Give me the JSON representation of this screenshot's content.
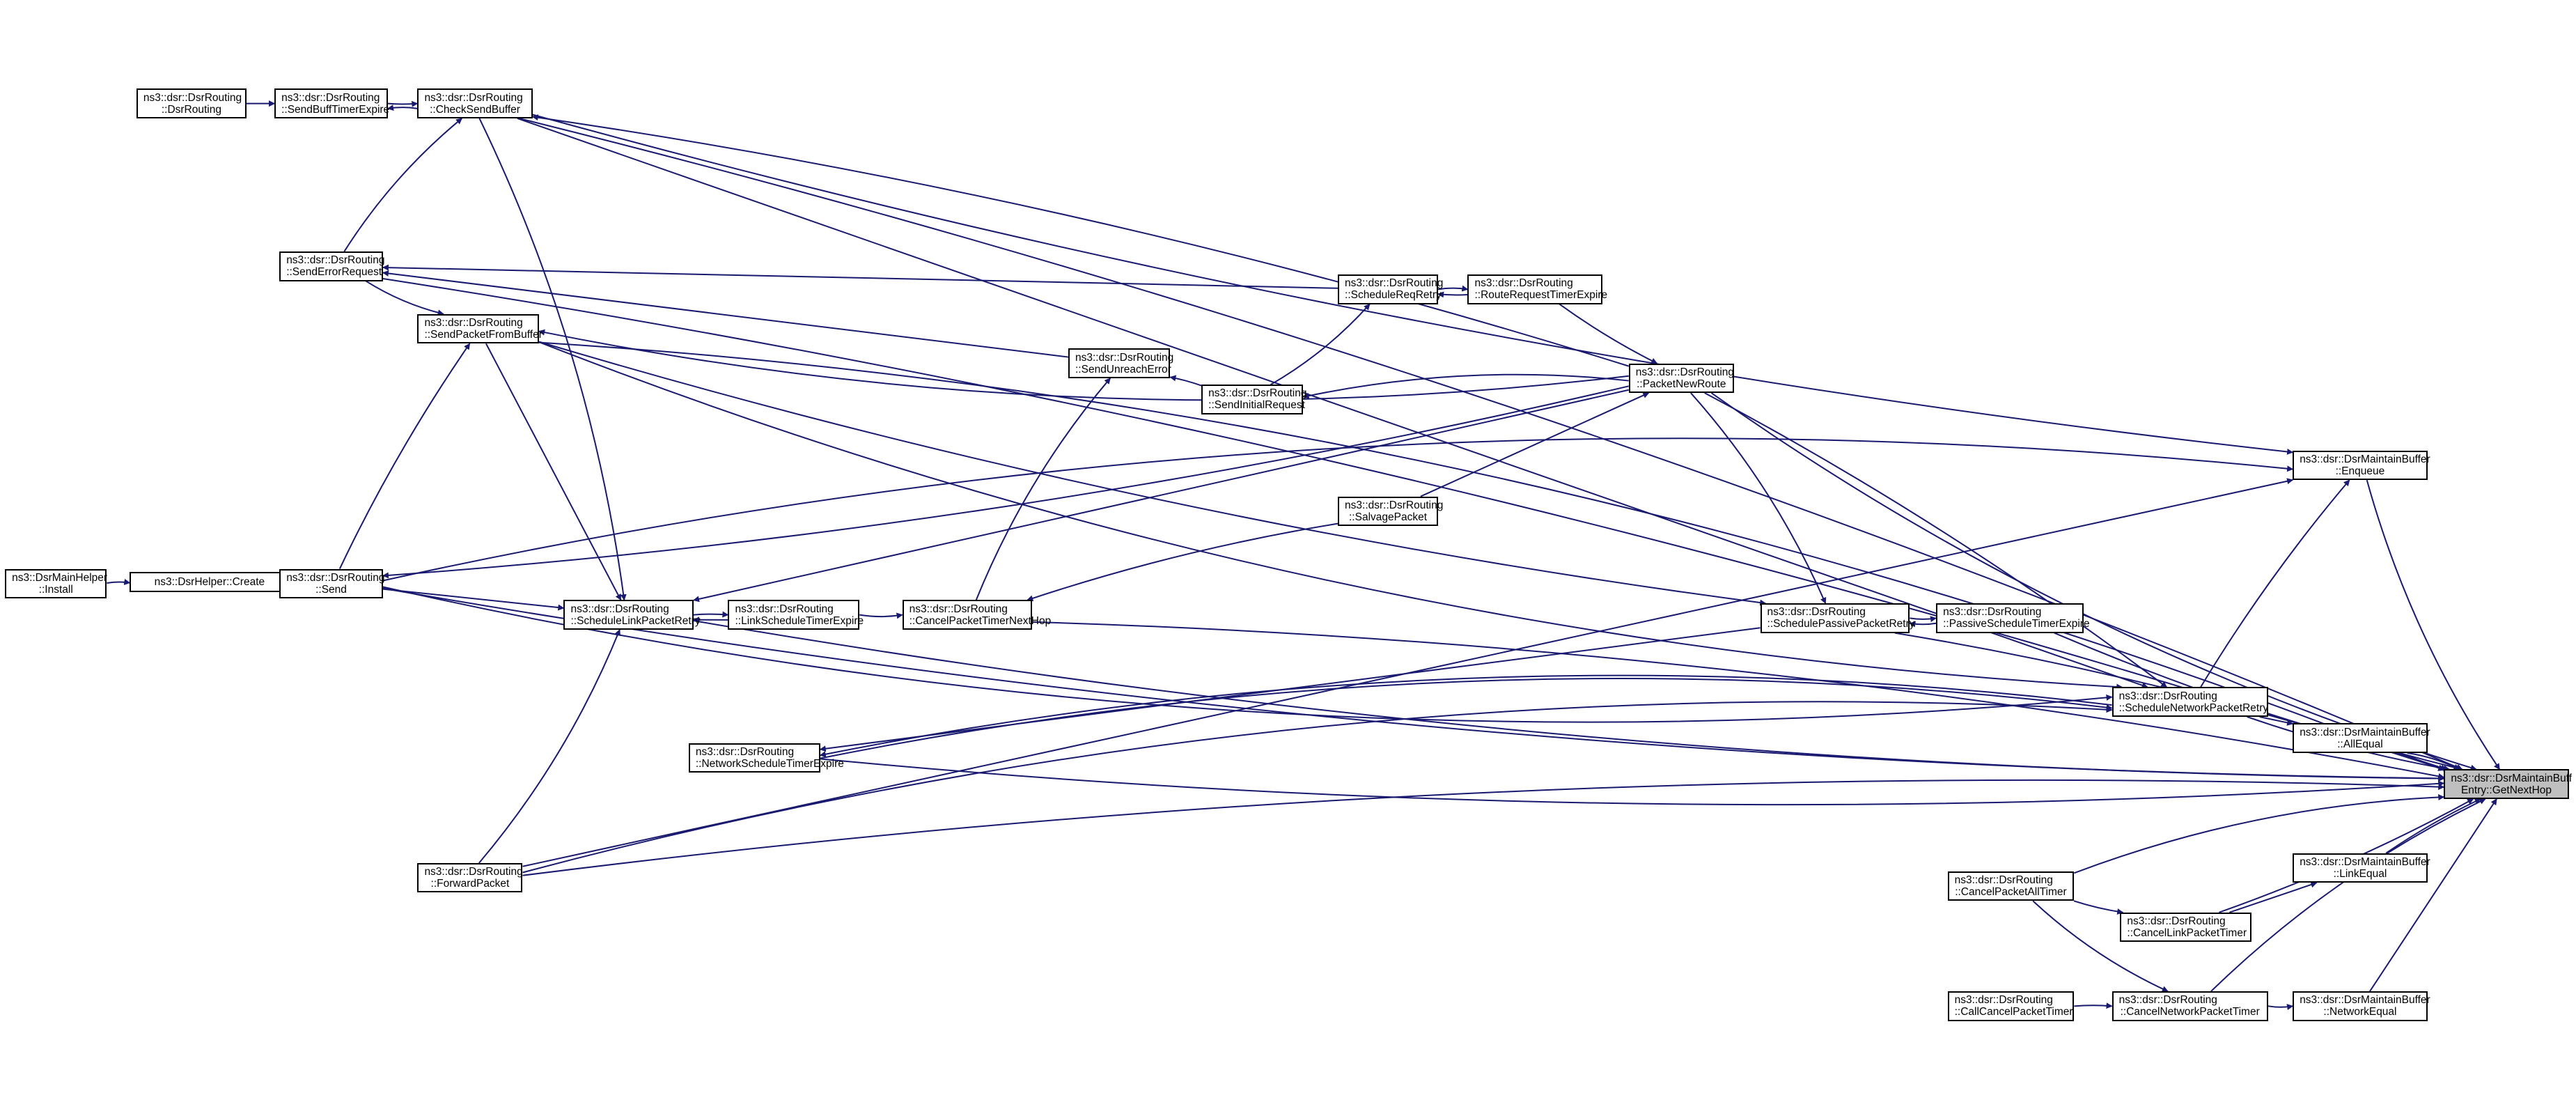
{
  "graph": {
    "root": "getnexthop",
    "edge_color": "#191970",
    "root_fill": "#bfbfbf",
    "nodes": {
      "install": {
        "line1": "ns3::DsrMainHelper",
        "line2": "::Install"
      },
      "create": {
        "line1": "ns3::DsrHelper::Create",
        "line2": ""
      },
      "dsrrouting": {
        "line1": "ns3::dsr::DsrRouting",
        "line2": "::DsrRouting"
      },
      "sendbufftimerexpire": {
        "line1": "ns3::dsr::DsrRouting",
        "line2": "::SendBuffTimerExpire"
      },
      "checksendbuffer": {
        "line1": "ns3::dsr::DsrRouting",
        "line2": "::CheckSendBuffer"
      },
      "senderrorrequest": {
        "line1": "ns3::dsr::DsrRouting",
        "line2": "::SendErrorRequest"
      },
      "sendpacketfrombuffer": {
        "line1": "ns3::dsr::DsrRouting",
        "line2": "::SendPacketFromBuffer"
      },
      "send": {
        "line1": "ns3::dsr::DsrRouting",
        "line2": "::Send"
      },
      "schedulelinkpacketretry": {
        "line1": "ns3::dsr::DsrRouting",
        "line2": "::ScheduleLinkPacketRetry"
      },
      "linkscheduletimerexpire": {
        "line1": "ns3::dsr::DsrRouting",
        "line2": "::LinkScheduleTimerExpire"
      },
      "cancelpackettimernexthop": {
        "line1": "ns3::dsr::DsrRouting",
        "line2": "::CancelPacketTimerNextHop"
      },
      "networkscheduletimerexpire": {
        "line1": "ns3::dsr::DsrRouting",
        "line2": "::NetworkScheduleTimerExpire"
      },
      "forwardpacket": {
        "line1": "ns3::dsr::DsrRouting",
        "line2": "::ForwardPacket"
      },
      "sendunreacherror": {
        "line1": "ns3::dsr::DsrRouting",
        "line2": "::SendUnreachError"
      },
      "sendinitialrequest": {
        "line1": "ns3::dsr::DsrRouting",
        "line2": "::SendInitialRequest"
      },
      "schedulereqretry": {
        "line1": "ns3::dsr::DsrRouting",
        "line2": "::ScheduleReqRetry"
      },
      "routerequesttimerexpire": {
        "line1": "ns3::dsr::DsrRouting",
        "line2": "::RouteRequestTimerExpire"
      },
      "salvagepacket": {
        "line1": "ns3::dsr::DsrRouting",
        "line2": "::SalvagePacket"
      },
      "packetnewroute": {
        "line1": "ns3::dsr::DsrRouting",
        "line2": "::PacketNewRoute"
      },
      "schedulepassivepacketretry": {
        "line1": "ns3::dsr::DsrRouting",
        "line2": "::SchedulePassivePacketRetry"
      },
      "passivescheduletimerexpire": {
        "line1": "ns3::dsr::DsrRouting",
        "line2": "::PassiveScheduleTimerExpire"
      },
      "schedulenetworkpacketretry": {
        "line1": "ns3::dsr::DsrRouting",
        "line2": "::ScheduleNetworkPacketRetry"
      },
      "enqueue": {
        "line1": "ns3::dsr::DsrMaintainBuffer",
        "line2": "::Enqueue"
      },
      "allequal": {
        "line1": "ns3::dsr::DsrMaintainBuffer",
        "line2": "::AllEqual"
      },
      "getnexthop": {
        "line1": "ns3::dsr::DsrMaintainBuff",
        "line2": "Entry::GetNextHop"
      },
      "linkequal": {
        "line1": "ns3::dsr::DsrMaintainBuffer",
        "line2": "::LinkEqual"
      },
      "cancellinkpackettimer": {
        "line1": "ns3::dsr::DsrRouting",
        "line2": "::CancelLinkPacketTimer"
      },
      "cancelpacketalltimer": {
        "line1": "ns3::dsr::DsrRouting",
        "line2": "::CancelPacketAllTimer"
      },
      "callcancelpackettimer": {
        "line1": "ns3::dsr::DsrRouting",
        "line2": "::CallCancelPacketTimer"
      },
      "cancelnetworkpackettimer": {
        "line1": "ns3::dsr::DsrRouting",
        "line2": "::CancelNetworkPacketTimer"
      },
      "networkequal": {
        "line1": "ns3::dsr::DsrMaintainBuffer",
        "line2": "::NetworkEqual"
      }
    },
    "edges": [
      [
        "install",
        "create"
      ],
      [
        "create",
        "send"
      ],
      [
        "dsrrouting",
        "sendbufftimerexpire"
      ],
      [
        "sendbufftimerexpire",
        "checksendbuffer"
      ],
      [
        "checksendbuffer",
        "sendbufftimerexpire"
      ],
      [
        "checksendbuffer",
        "schedulelinkpacketretry"
      ],
      [
        "checksendbuffer",
        "getnexthop"
      ],
      [
        "checksendbuffer",
        "schedulenetworkpacketretry"
      ],
      [
        "checksendbuffer",
        "enqueue"
      ],
      [
        "senderrorrequest",
        "sendpacketfrombuffer"
      ],
      [
        "senderrorrequest",
        "checksendbuffer"
      ],
      [
        "senderrorrequest",
        "getnexthop"
      ],
      [
        "sendpacketfrombuffer",
        "schedulelinkpacketretry"
      ],
      [
        "sendpacketfrombuffer",
        "schedulepassivepacketretry"
      ],
      [
        "sendpacketfrombuffer",
        "schedulenetworkpacketretry"
      ],
      [
        "sendpacketfrombuffer",
        "getnexthop"
      ],
      [
        "send",
        "sendpacketfrombuffer"
      ],
      [
        "send",
        "schedulelinkpacketretry"
      ],
      [
        "send",
        "getnexthop"
      ],
      [
        "send",
        "schedulenetworkpacketretry"
      ],
      [
        "send",
        "enqueue"
      ],
      [
        "schedulelinkpacketretry",
        "linkscheduletimerexpire"
      ],
      [
        "linkscheduletimerexpire",
        "schedulelinkpacketretry"
      ],
      [
        "schedulelinkpacketretry",
        "getnexthop"
      ],
      [
        "linkscheduletimerexpire",
        "cancelpackettimernexthop"
      ],
      [
        "cancelpackettimernexthop",
        "sendunreacherror"
      ],
      [
        "cancelpackettimernexthop",
        "getnexthop"
      ],
      [
        "sendunreacherror",
        "senderrorrequest"
      ],
      [
        "sendinitialrequest",
        "sendunreacherror"
      ],
      [
        "sendinitialrequest",
        "schedulereqretry"
      ],
      [
        "schedulereqretry",
        "routerequesttimerexpire"
      ],
      [
        "routerequesttimerexpire",
        "schedulereqretry"
      ],
      [
        "schedulereqretry",
        "senderrorrequest"
      ],
      [
        "routerequesttimerexpire",
        "packetnewroute"
      ],
      [
        "packetnewroute",
        "sendinitialrequest"
      ],
      [
        "packetnewroute",
        "sendpacketfrombuffer"
      ],
      [
        "packetnewroute",
        "send"
      ],
      [
        "packetnewroute",
        "schedulelinkpacketretry"
      ],
      [
        "packetnewroute",
        "checksendbuffer"
      ],
      [
        "packetnewroute",
        "getnexthop"
      ],
      [
        "packetnewroute",
        "schedulepassivepacketretry"
      ],
      [
        "packetnewroute",
        "schedulenetworkpacketretry"
      ],
      [
        "salvagepacket",
        "packetnewroute"
      ],
      [
        "salvagepacket",
        "cancelpackettimernexthop"
      ],
      [
        "schedulepassivepacketretry",
        "passivescheduletimerexpire"
      ],
      [
        "passivescheduletimerexpire",
        "schedulepassivepacketretry"
      ],
      [
        "schedulepassivepacketretry",
        "getnexthop"
      ],
      [
        "schedulepassivepacketretry",
        "networkscheduletimerexpire"
      ],
      [
        "passivescheduletimerexpire",
        "getnexthop"
      ],
      [
        "schedulenetworkpacketretry",
        "networkscheduletimerexpire"
      ],
      [
        "networkscheduletimerexpire",
        "schedulenetworkpacketretry"
      ],
      [
        "schedulenetworkpacketretry",
        "enqueue"
      ],
      [
        "schedulenetworkpacketretry",
        "allequal"
      ],
      [
        "schedulenetworkpacketretry",
        "getnexthop"
      ],
      [
        "forwardpacket",
        "schedulelinkpacketretry"
      ],
      [
        "forwardpacket",
        "schedulenetworkpacketretry"
      ],
      [
        "forwardpacket",
        "getnexthop"
      ],
      [
        "forwardpacket",
        "enqueue"
      ],
      [
        "networkscheduletimerexpire",
        "getnexthop"
      ],
      [
        "enqueue",
        "getnexthop"
      ],
      [
        "allequal",
        "getnexthop"
      ],
      [
        "linkequal",
        "getnexthop"
      ],
      [
        "networkequal",
        "getnexthop"
      ],
      [
        "cancelpacketalltimer",
        "cancellinkpackettimer"
      ],
      [
        "cancelpacketalltimer",
        "cancelnetworkpackettimer"
      ],
      [
        "cancelpacketalltimer",
        "getnexthop"
      ],
      [
        "callcancelpackettimer",
        "cancelnetworkpackettimer"
      ],
      [
        "cancellinkpackettimer",
        "linkequal"
      ],
      [
        "cancellinkpackettimer",
        "getnexthop"
      ],
      [
        "cancelnetworkpackettimer",
        "networkequal"
      ],
      [
        "cancelnetworkpackettimer",
        "getnexthop"
      ]
    ]
  }
}
